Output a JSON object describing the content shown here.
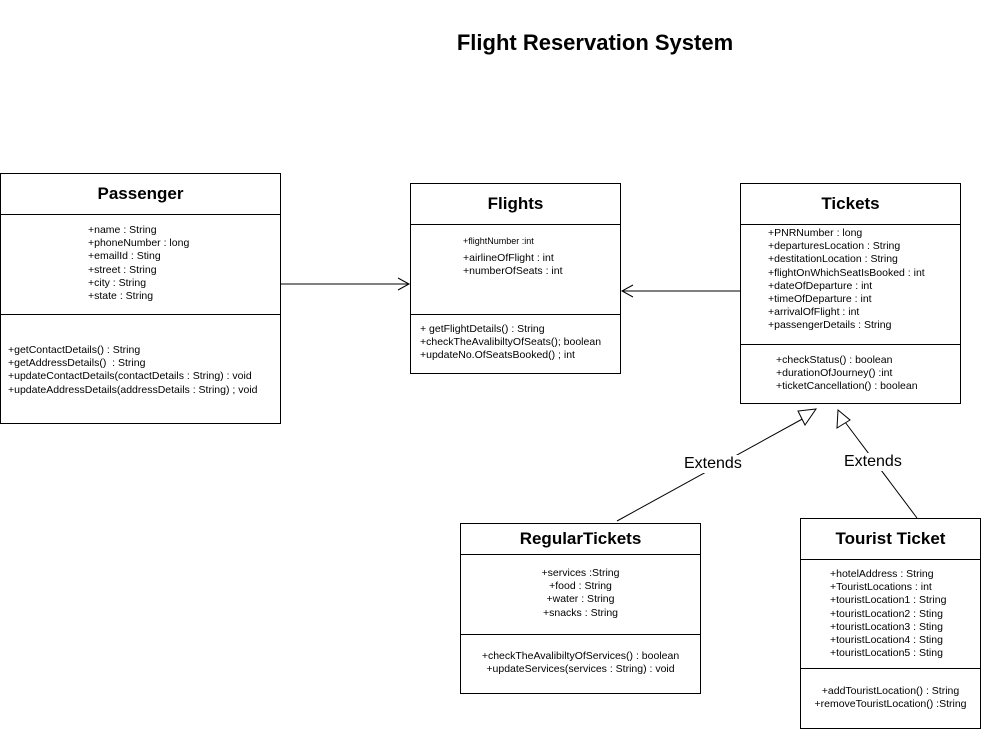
{
  "diagram": {
    "title": "Flight Reservation System",
    "classes": {
      "passenger": {
        "name": "Passenger",
        "attributes": [
          "+name : String",
          "+phoneNumber : long",
          "+emailId : Sting",
          "+street : String",
          "+city : String",
          "+state : String"
        ],
        "methods": [
          "+getContactDetails() : String",
          "+getAddressDetails()  : String",
          "+updateContactDetails(contactDetails : String) : void",
          "+updateAddressDetails(addressDetails : String) ; void"
        ]
      },
      "flights": {
        "name": "Flights",
        "attributes": [
          "+flightNumber :int",
          "+airlineOfFlight : int",
          "+numberOfSeats : int"
        ],
        "methods": [
          "+ getFlightDetails() : String",
          "+checkTheAvalibiltyOfSeats(); boolean",
          "+updateNo.OfSeatsBooked() ; int"
        ]
      },
      "tickets": {
        "name": "Tickets",
        "attributes": [
          "+PNRNumber : long",
          "+departuresLocation : String",
          "+destitationLocation : String",
          "+flightOnWhichSeatIsBooked : int",
          "+dateOfDeparture : int",
          "+timeOfDeparture : int",
          "+arrivalOfFlight : int",
          "+passengerDetails : String"
        ],
        "methods": [
          "+checkStatus() : boolean",
          "+durationOfJourney() :int",
          "+ticketCancellation() : boolean"
        ]
      },
      "regular_tickets": {
        "name": "RegularTickets",
        "attributes": [
          "+services :String",
          "+food : String",
          "+water : String",
          "+snacks : String"
        ],
        "methods": [
          "+checkTheAvalibiltyOfServices() : boolean",
          "+updateServices(services : String) : void"
        ]
      },
      "tourist_ticket": {
        "name": "Tourist Ticket",
        "attributes": [
          "+hotelAddress : String",
          "+TouristLocations : int",
          "+touristLocation1 : String",
          "+touristLocation2 : Sting",
          "+touristLocation3 : Sting",
          "+touristLocation4 : Sting",
          "+touristLocation5 : Sting"
        ],
        "methods": [
          "+addTouristLocation() : String",
          "+removeTouristLocation() :String"
        ]
      }
    },
    "relations": {
      "extends_regular": "Extends",
      "extends_tourist": "Extends"
    }
  }
}
